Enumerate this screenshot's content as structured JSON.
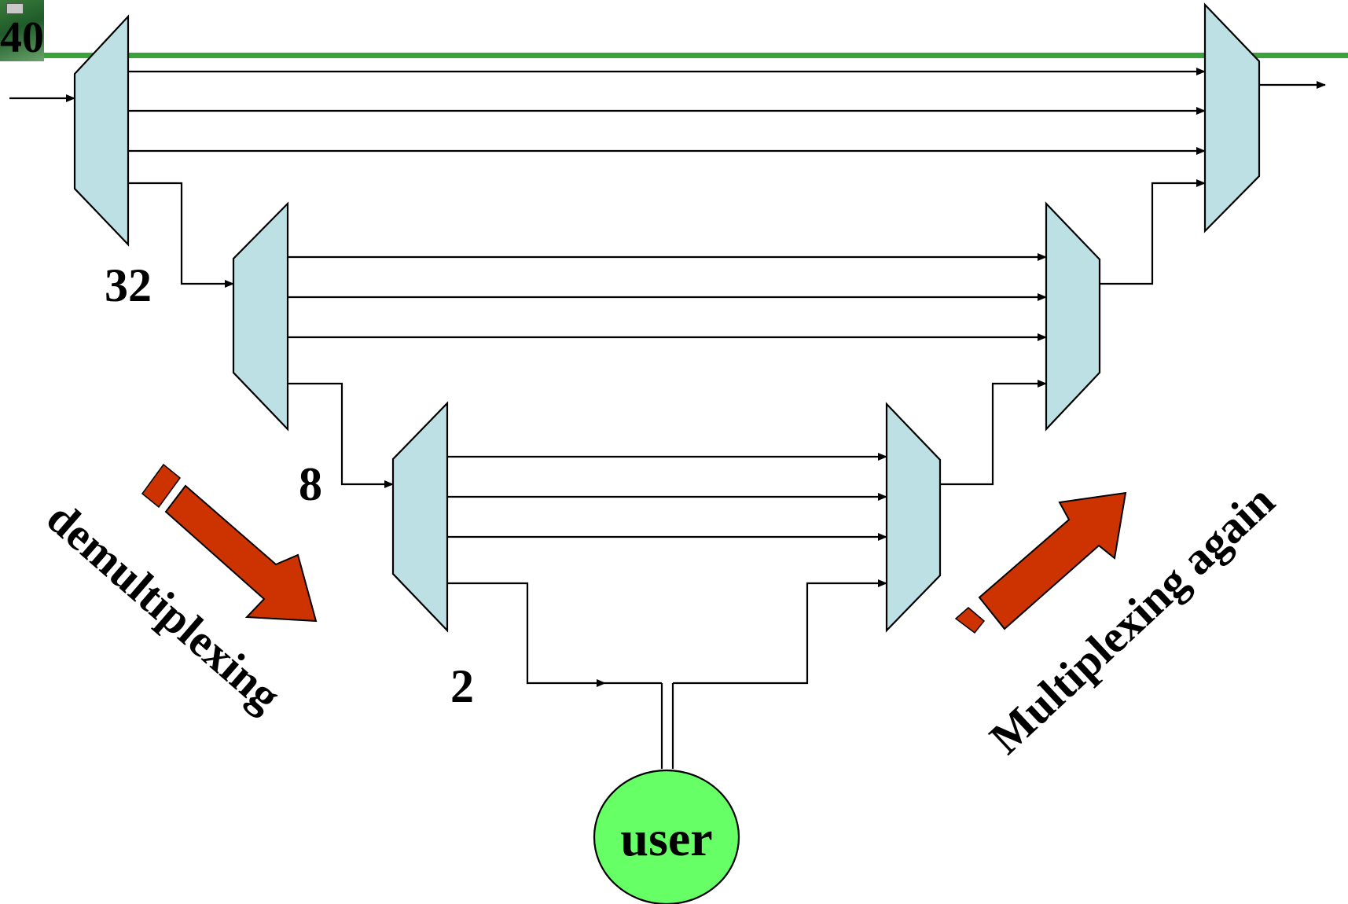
{
  "slide_number": "40",
  "stages": [
    {
      "label": "32"
    },
    {
      "label": "8"
    },
    {
      "label": "2"
    }
  ],
  "user_label": "user",
  "left_caption": "demultiplexing",
  "right_caption": "Multiplexing again",
  "colors": {
    "mux_fill": "#bde0e4",
    "accent_line": "#2e9e2e",
    "arrow_fill": "#cc3300",
    "user_fill": "#66ff66"
  },
  "icons": {
    "corner": "circuit-board-icon"
  }
}
